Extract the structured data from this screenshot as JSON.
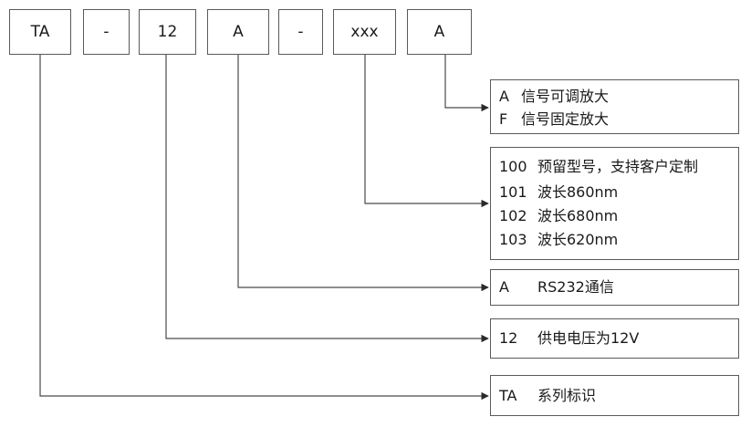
{
  "model_code": [
    {
      "label": "TA"
    },
    {
      "label": "-"
    },
    {
      "label": "12"
    },
    {
      "label": "A"
    },
    {
      "label": "-"
    },
    {
      "label": "xxx"
    },
    {
      "label": "A"
    }
  ],
  "descriptions": {
    "amplification": [
      {
        "code": "A",
        "text": "信号可调放大"
      },
      {
        "code": "F",
        "text": "信号固定放大"
      }
    ],
    "wavelength": [
      {
        "code": "100",
        "text": "预留型号，支持客户定制"
      },
      {
        "code": "101",
        "text": "波长860nm"
      },
      {
        "code": "102",
        "text": "波长680nm"
      },
      {
        "code": "103",
        "text": "波长620nm"
      }
    ],
    "communication": {
      "code": "A",
      "text": "RS232通信"
    },
    "voltage": {
      "code": "12",
      "text": "供电电压为12V"
    },
    "series": {
      "code": "TA",
      "text": "系列标识"
    }
  },
  "colors": {
    "line": "#4a4a4a",
    "border": "#5a5a5a",
    "text": "#1a1a1a"
  }
}
